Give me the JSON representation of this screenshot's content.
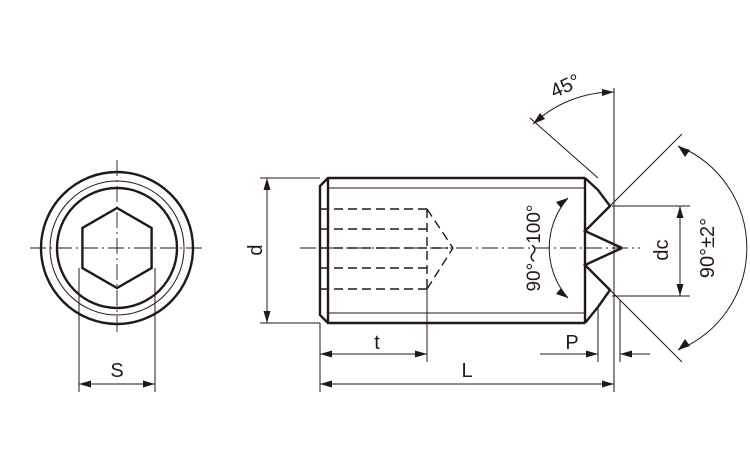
{
  "drawing": {
    "line_color": "#231815",
    "background": "#ffffff",
    "labels": {
      "s": "S",
      "d": "d",
      "t": "t",
      "l": "L",
      "p": "P",
      "dc": "dc",
      "angle_45": "45°",
      "angle_cone": "90°～100°",
      "angle_point": "90°±2°"
    }
  }
}
